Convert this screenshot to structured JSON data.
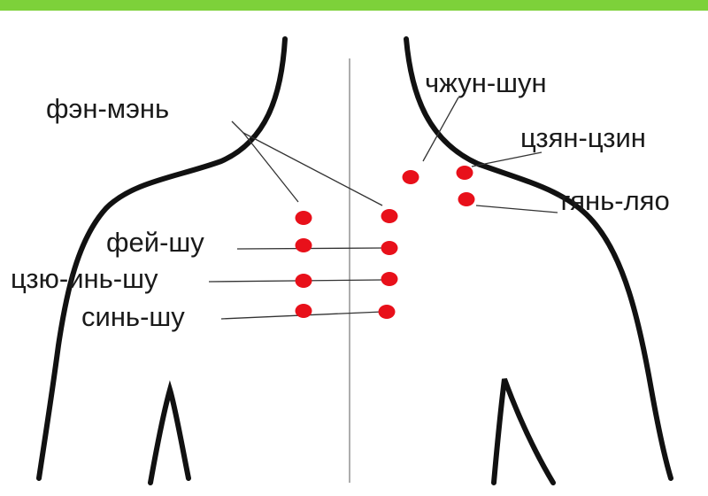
{
  "colors": {
    "accent_bar": "#7DD13A",
    "outline": "#111111",
    "point": "#E8101A",
    "leader": "#333333",
    "midline": "#777777"
  },
  "labels": {
    "fen_men": "фэн-мэнь",
    "fei_shu": "фей-шу",
    "jueyin_shu": "цзю-инь-шу",
    "xin_shu": "синь-шу",
    "zhong_shu": "чжун-шун",
    "jian_jing": "цзян-цзин",
    "tian_liao": "тянь-ляо"
  }
}
